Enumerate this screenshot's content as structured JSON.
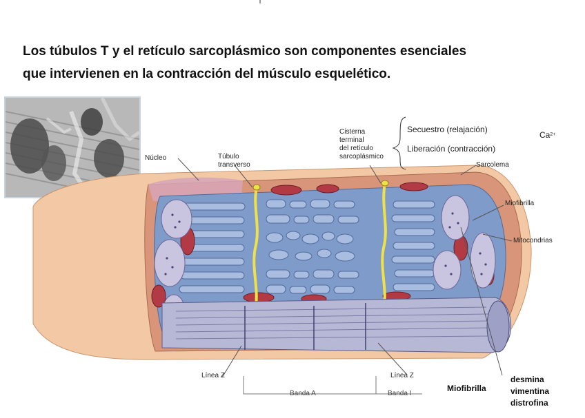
{
  "title": {
    "line1": "Los túbulos T y el retículo sarcoplásmico son componentes esenciales",
    "line2": "que intervienen en la contracción del músculo esquelético."
  },
  "labels": {
    "nucleo": "Núcleo",
    "tubulo_line1": "Túbulo",
    "tubulo_line2": "transverso",
    "cisterna_line1": "Cisterna",
    "cisterna_line2": "terminal",
    "cisterna_line3": "del retículo",
    "cisterna_line4": "sarcoplásmico",
    "secuestro": "Secuestro (relajación)",
    "liberacion": "Liberación (contracción)",
    "ca_base": "Ca",
    "ca_sup": "2+",
    "sarcolema": "Sarcolema",
    "miofibrilla_top": "Miofibrilla",
    "mitocondrias": "Mitocondrias",
    "linea_z_left": "Línea Z",
    "linea_z_right": "Línea Z",
    "banda_a": "Banda A",
    "banda_i": "Banda I",
    "miofibrilla_bottom": "Miofibrilla",
    "proteins_line1": "desmina",
    "proteins_line2": "vimentina",
    "proteins_line3": "distrofina"
  },
  "colors": {
    "skin": "#f2c8a5",
    "sarcoplasm": "#7e9bc9",
    "reticulum": "#a8bde0",
    "mitochondria": "#b13a45",
    "t_tubule": "#efe14a",
    "myofibril_end": "#c9c4e0"
  }
}
